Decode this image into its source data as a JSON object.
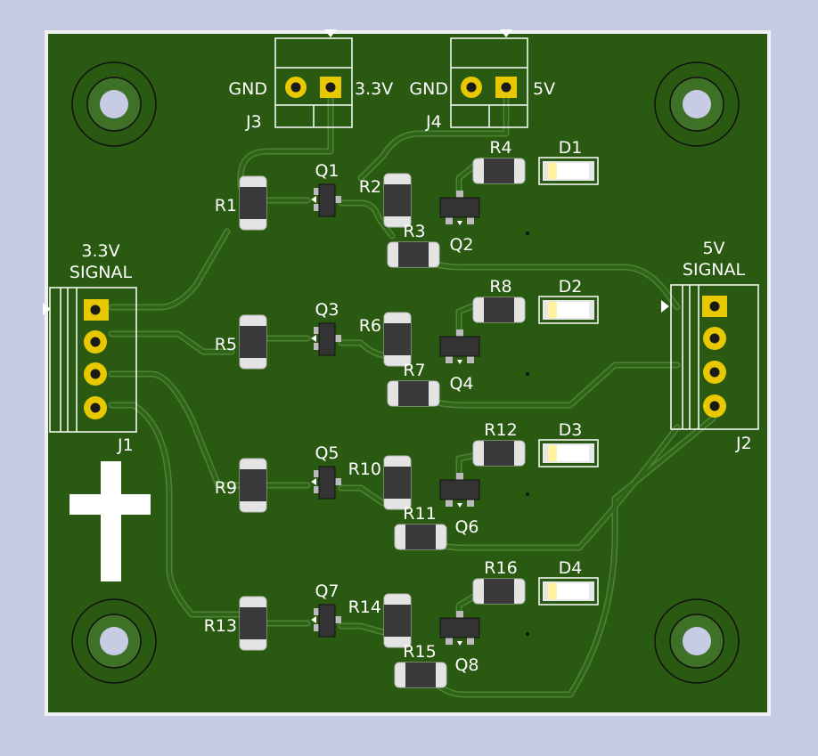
{
  "colors": {
    "background": "#c7cbe3",
    "board_edge": "#eef0f2",
    "board": "#2a5a12",
    "trace": "#3b7d26",
    "trace_outline": "#6aa84f",
    "silk": "#ffffff",
    "pad_gold": "#e8c800",
    "smd_pad": "#dcdcdc",
    "body": "#3a3a3a",
    "led_yellow": "#fff3a0"
  },
  "connectors": {
    "J3": {
      "ref": "J3",
      "left_label": "GND",
      "right_label": "3.3V"
    },
    "J4": {
      "ref": "J4",
      "left_label": "GND",
      "right_label": "5V"
    },
    "J1": {
      "ref": "J1",
      "title_line1": "3.3V",
      "title_line2": "SIGNAL"
    },
    "J2": {
      "ref": "J2",
      "title_line1": "5V",
      "title_line2": "SIGNAL"
    }
  },
  "channels": [
    {
      "r_in": "R1",
      "q_in": "Q1",
      "r_mid": "R2",
      "r_pull": "R3",
      "q_out": "Q2",
      "r_led": "R4",
      "led": "D1"
    },
    {
      "r_in": "R5",
      "q_in": "Q3",
      "r_mid": "R6",
      "r_pull": "R7",
      "q_out": "Q4",
      "r_led": "R8",
      "led": "D2"
    },
    {
      "r_in": "R9",
      "q_in": "Q5",
      "r_mid": "R10",
      "r_pull": "R11",
      "q_out": "Q6",
      "r_led": "R12",
      "led": "D3"
    },
    {
      "r_in": "R13",
      "q_in": "Q7",
      "r_mid": "R14",
      "r_pull": "R15",
      "q_out": "Q8",
      "r_led": "R16",
      "led": "D4"
    }
  ],
  "mounting_holes_icon": "mounting-hole-icon",
  "fiducial_icon": "cross-marker-icon"
}
